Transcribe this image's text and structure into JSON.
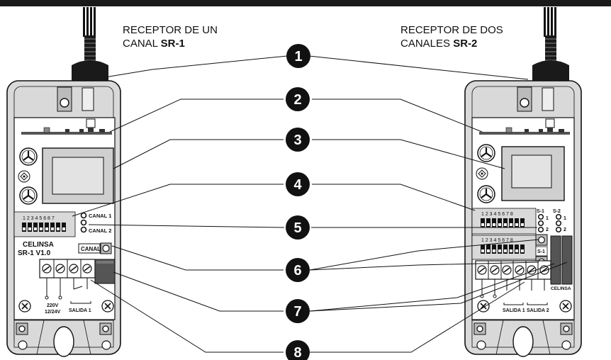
{
  "colors": {
    "ink": "#111111",
    "badge": "#111111",
    "housing": "#d9d9d9",
    "panel": "#ffffff",
    "box": "#cfcfcf",
    "dark": "#555555"
  },
  "icons": [
    "antenna-icon",
    "fuse-icon",
    "potentiometer-icon",
    "terminal-screw-icon",
    "mounting-screw-icon",
    "led-icon"
  ],
  "left": {
    "title_line1": "RECEPTOR DE UN",
    "title_line2_prefix": "CANAL ",
    "title_model": "SR-1",
    "dip_numbers": "1 2 3 4 5 6 8 7",
    "canal1": "CANAL 1",
    "canal2": "CANAL 2",
    "brand": "CELINSA",
    "version": "SR-1 V1.0",
    "canal_button": "CANAL",
    "power_label_a": "220V",
    "power_label_b": "12/24V",
    "salida1": "SALIDA 1"
  },
  "right": {
    "title_line1": "RECEPTOR DE DOS",
    "title_line2_prefix": "CANALES ",
    "title_model": "SR-2",
    "dip_numbers": "1 2 3 4 5 6 7 8",
    "dip_numbers_b": "1 2 3 4 5 6 7 8",
    "s1": "S-1",
    "s2": "S-2",
    "jp1": "1",
    "jp2": "2",
    "brand": "CELINSA",
    "salida1": "SALIDA 1",
    "salida2": "SALIDA 2"
  },
  "callouts": [
    "1",
    "2",
    "3",
    "4",
    "5",
    "6",
    "7",
    "8"
  ]
}
